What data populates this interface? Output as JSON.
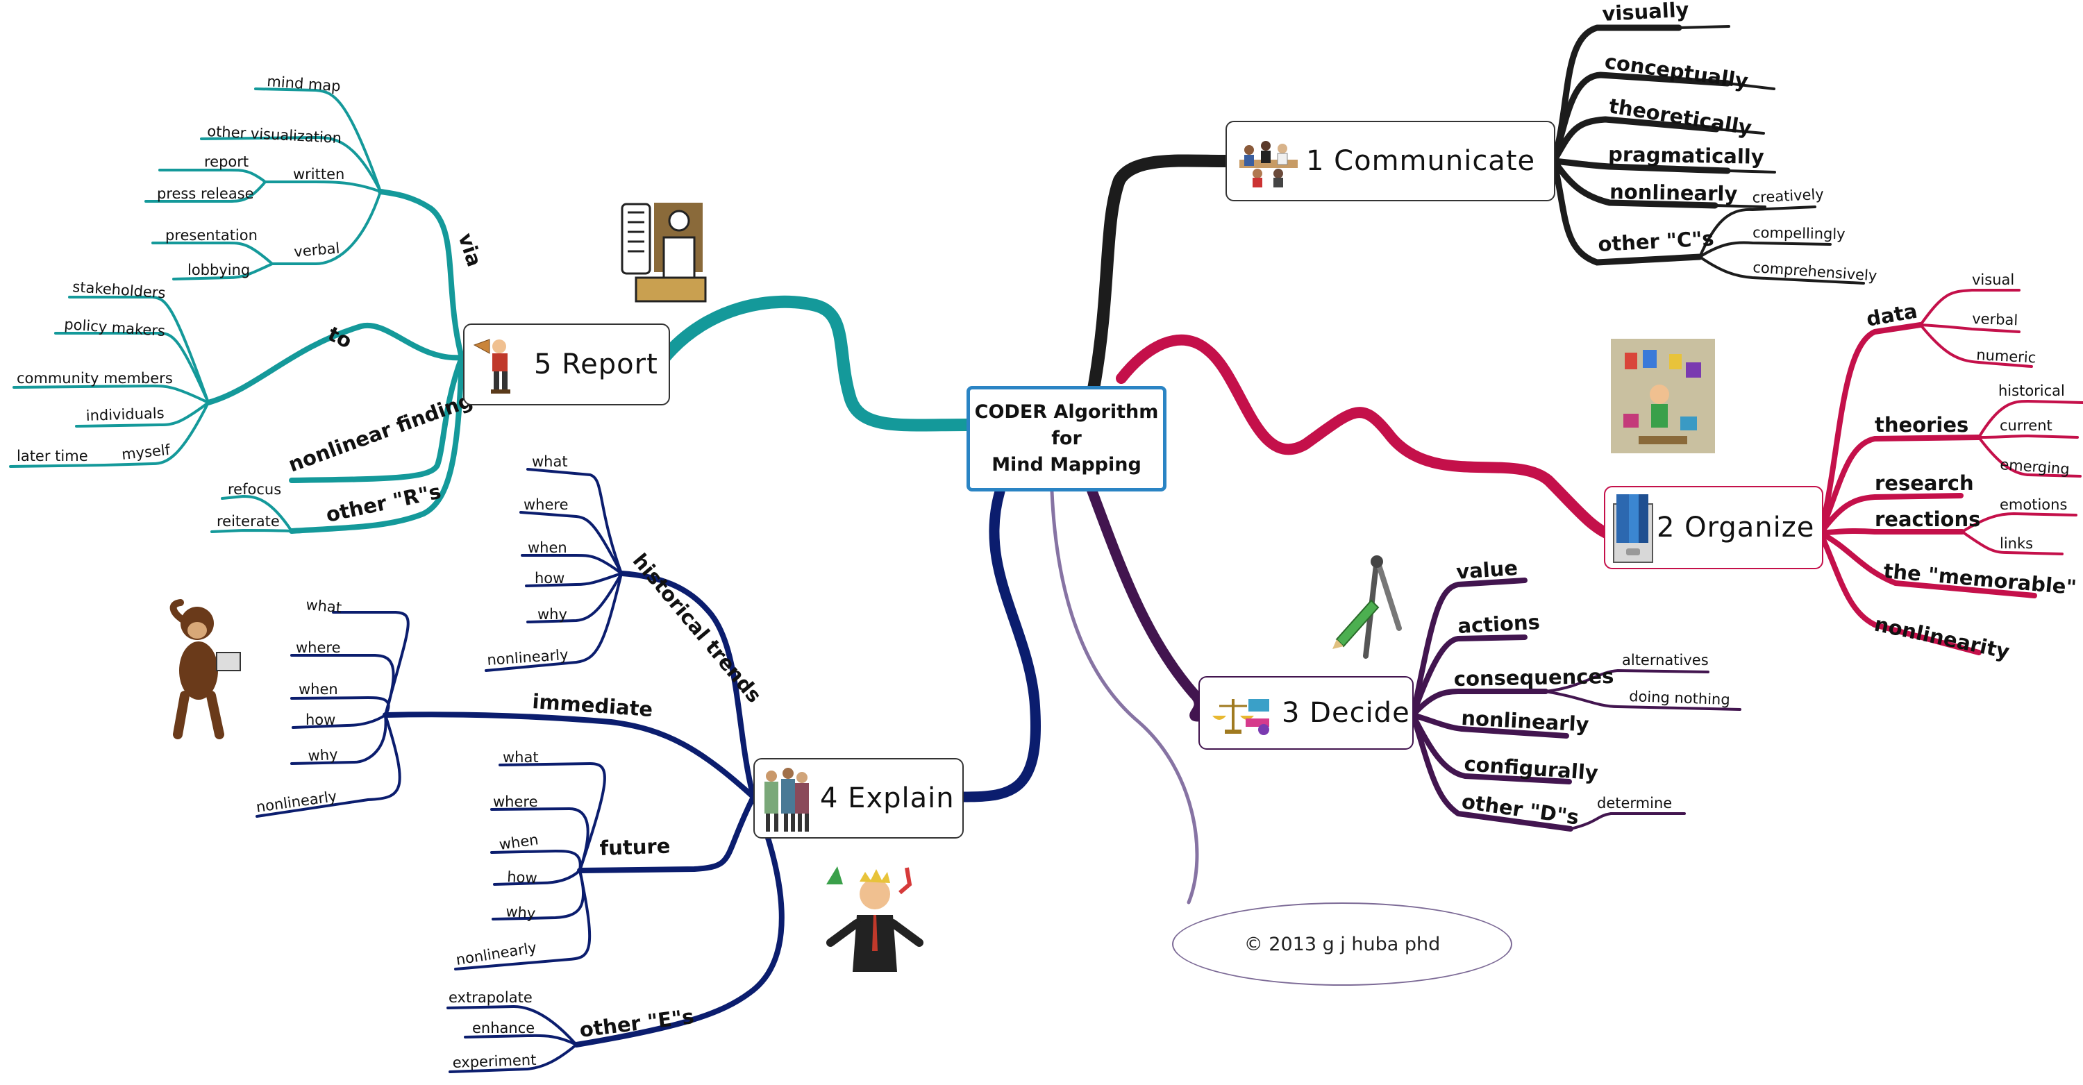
{
  "center": {
    "line1": "CODER Algorithm for",
    "line2": "Mind Mapping"
  },
  "copyright": "© 2013 g j huba phd",
  "colors": {
    "communicate": "#1c1c1c",
    "organize": "#c4104a",
    "decide": "#42154f",
    "explain": "#0b1d6e",
    "report": "#14999a",
    "copyright_branch": "#8673a3",
    "center_border": "#2a84c4"
  },
  "topics": {
    "communicate": {
      "label": "1 Communicate",
      "icon": "meeting-icon",
      "children": [
        "visually",
        "conceptually",
        "theoretically",
        "pragmatically",
        "nonlinearly",
        "other \"C\"s"
      ],
      "other_children": [
        "creatively",
        "compellingly",
        "comprehensively"
      ]
    },
    "organize": {
      "label": "2 Organize",
      "icon": "binder-icon",
      "data": {
        "label": "data",
        "children": [
          "visual",
          "verbal",
          "numeric"
        ]
      },
      "theories": {
        "label": "theories",
        "children": [
          "historical",
          "current",
          "emerging"
        ]
      },
      "research": "research",
      "reactions": {
        "label": "reactions",
        "children": [
          "emotions",
          "links"
        ]
      },
      "memorable": "the \"memorable\"",
      "nonlinearity": "nonlinearity"
    },
    "decide": {
      "label": "3 Decide",
      "icon": "scales-icon",
      "children": [
        "value",
        "actions",
        "consequences",
        "nonlinearly",
        "configurally",
        "other \"D\"s"
      ],
      "consequences_children": [
        "alternatives",
        "doing nothing"
      ],
      "other_children": [
        "determine"
      ]
    },
    "explain": {
      "label": "4 Explain",
      "icon": "doctors-icon",
      "historical": {
        "label": "historical trends",
        "children": [
          "what",
          "where",
          "when",
          "how",
          "why",
          "nonlinearly"
        ]
      },
      "immediate": {
        "label": "immediate",
        "children": [
          "what",
          "where",
          "when",
          "how",
          "why",
          "nonlinearly"
        ]
      },
      "future": {
        "label": "future",
        "children": [
          "what",
          "where",
          "when",
          "how",
          "why",
          "nonlinearly"
        ]
      },
      "other": {
        "label": "other \"E\"s",
        "children": [
          "extrapolate",
          "enhance",
          "experiment"
        ]
      }
    },
    "report": {
      "label": "5 Report",
      "icon": "megaphone-icon",
      "via": {
        "label": "via",
        "children": [
          "mind map",
          "other visualization",
          "written",
          "verbal"
        ]
      },
      "written_children": [
        "report",
        "press release"
      ],
      "verbal_children": [
        "presentation",
        "lobbying"
      ],
      "to": {
        "label": "to",
        "children": [
          "stakeholders",
          "policy makers",
          "community members",
          "individuals",
          "myself"
        ]
      },
      "myself_children": [
        "later time"
      ],
      "findings": "nonlinear findings",
      "other": {
        "label": "other \"R\"s",
        "children": [
          "refocus",
          "reiterate"
        ]
      }
    }
  }
}
